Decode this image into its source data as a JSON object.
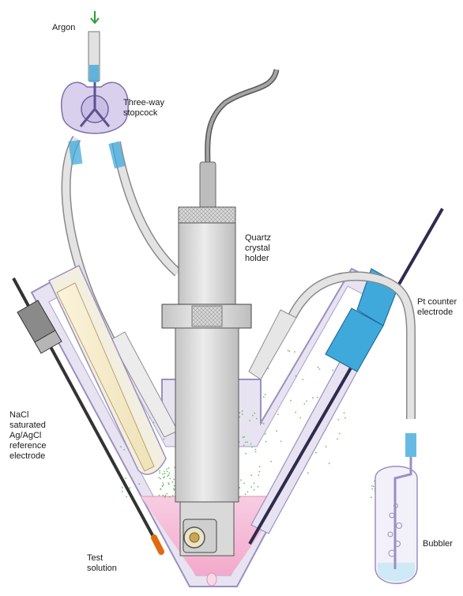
{
  "labels": {
    "argon": "Argon",
    "stopcock": [
      "Three-way",
      "stopcock"
    ],
    "quartz": [
      "Quartz",
      "crystal",
      "holder"
    ],
    "pt": [
      "Pt counter",
      "electrode"
    ],
    "reference": [
      "NaCl",
      "saturated",
      "Ag/AgCl",
      "reference",
      "electrode"
    ],
    "test": [
      "Test",
      "solution"
    ],
    "bubbler": "Bubbler"
  },
  "colors": {
    "glass_fill": "#e7e3f1",
    "glass_stroke": "#9b8fc0",
    "solution": "#f6c2dc",
    "tube": "#e1e1e1",
    "holder": "#d6d6d6",
    "connector": "#3fa9dc",
    "arrow": "#2aa030",
    "particles": "#6fbf6a"
  },
  "icons": {
    "inlet_arrow": "down-arrow-icon"
  }
}
